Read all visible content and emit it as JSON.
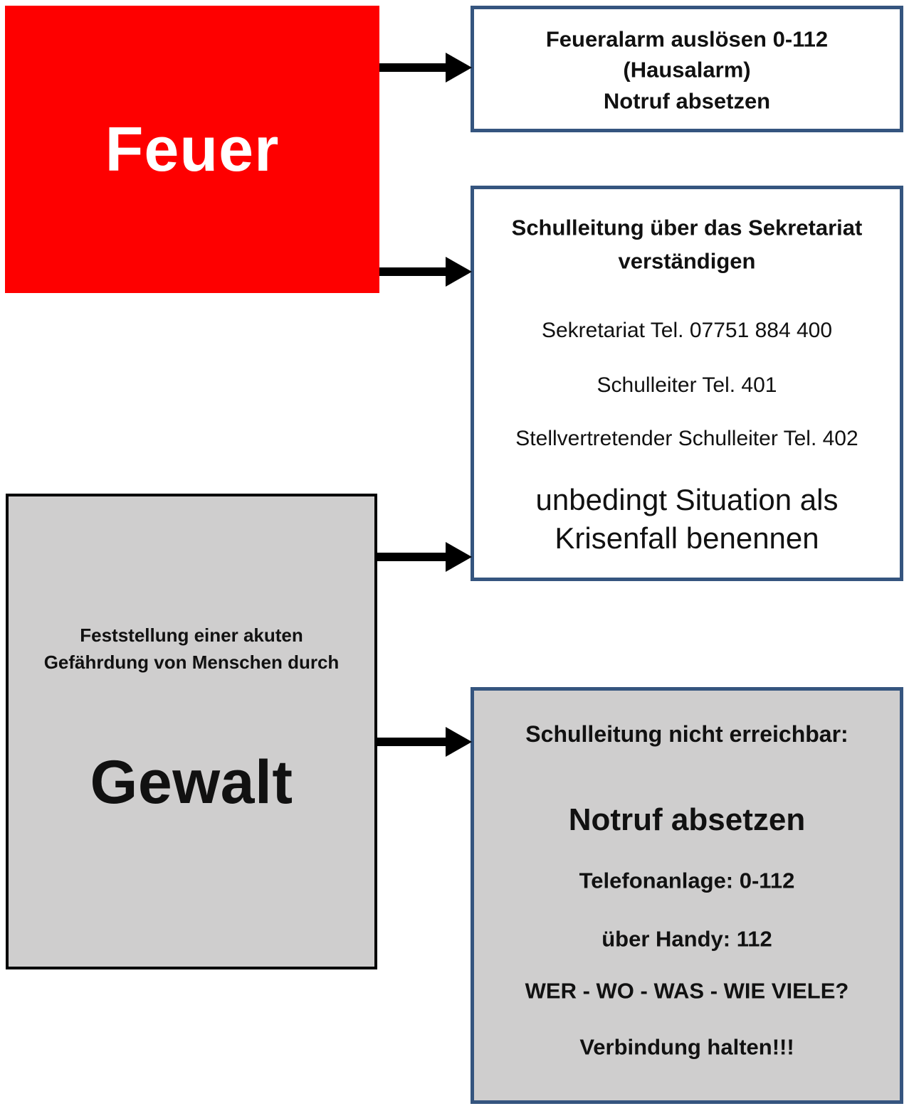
{
  "colors": {
    "red": "#fe0000",
    "gray": "#cfcece",
    "blue": "#35557f",
    "ink": "#111111"
  },
  "fire_box": {
    "label": "Feuer"
  },
  "fire_alarm_box": {
    "line1": "Feueralarm auslösen 0-112",
    "line2": "(Hausalarm)",
    "line3": "Notruf absetzen"
  },
  "leadership_box": {
    "heading_line1": "Schulleitung über das Sekretariat",
    "heading_line2": "verständigen",
    "contact1": "Sekretariat Tel. 07751 884 400",
    "contact2": "Schulleiter Tel. 401",
    "contact3": "Stellvertretender Schulleiter Tel. 402",
    "emphasis_line1": "unbedingt Situation als",
    "emphasis_line2": "Krisenfall benennen"
  },
  "violence_box": {
    "intro_line1": "Feststellung einer akuten",
    "intro_line2": "Gefährdung von Menschen durch",
    "label": "Gewalt"
  },
  "emergency_box": {
    "heading": "Schulleitung nicht erreichbar:",
    "title": "Notruf absetzen",
    "line1": "Telefonanlage: 0-112",
    "line2": "über Handy: 112",
    "line3": "WER - WO - WAS - WIE VIELE?",
    "line4": "Verbindung halten!!!"
  }
}
